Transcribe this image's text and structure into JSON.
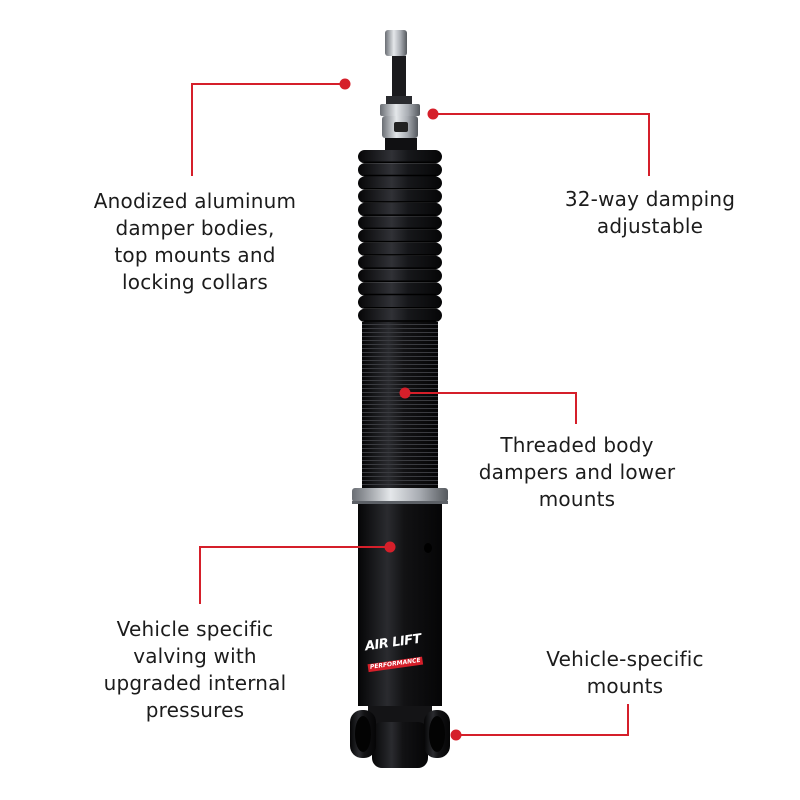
{
  "colors": {
    "accent": "#d51f2a",
    "text": "#1c1c1c",
    "shock_body": "#141416",
    "collar": "#c9cdd2"
  },
  "product": {
    "logo_primary": "AIR LIFT",
    "logo_secondary": "PERFORMANCE"
  },
  "callouts": [
    {
      "id": "anodized",
      "lines": [
        "Anodized aluminum",
        "damper bodies,",
        "top mounts and",
        "locking collars"
      ]
    },
    {
      "id": "damping",
      "lines": [
        "32-way damping",
        "adjustable"
      ]
    },
    {
      "id": "threaded",
      "lines": [
        "Threaded body",
        "dampers and lower",
        "mounts"
      ]
    },
    {
      "id": "valving",
      "lines": [
        "Vehicle specific",
        "valving with",
        "upgraded internal",
        "pressures"
      ]
    },
    {
      "id": "mounts",
      "lines": [
        "Vehicle-specific",
        "mounts"
      ]
    }
  ]
}
